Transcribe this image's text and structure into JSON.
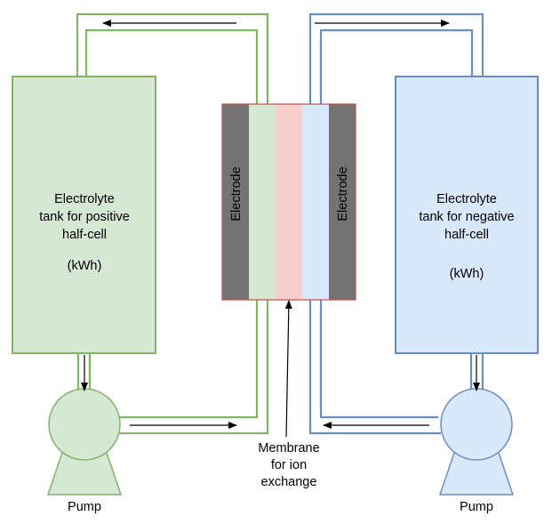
{
  "tanks": {
    "positive": {
      "lines": [
        "Electrolyte",
        "tank for positive",
        "half-cell",
        "",
        "(kWh)"
      ]
    },
    "negative": {
      "lines": [
        "Electrolyte",
        "tank for negative",
        "half-cell",
        "",
        "(kWh)"
      ]
    }
  },
  "cell": {
    "electrode_left": "Electrode",
    "electrode_right": "Electrode"
  },
  "membrane_label": [
    "Membrane",
    "for ion",
    "exchange"
  ],
  "pumps": {
    "left": "Pump",
    "right": "Pump"
  },
  "colors": {
    "green_fill": "#d5e8d4",
    "green_stroke": "#82b366",
    "blue_fill": "#dae8fc",
    "blue_stroke": "#6c8ebf",
    "red_fill": "#f8cecc",
    "red_stroke": "#b85450",
    "electrode_fill": "#737373"
  }
}
